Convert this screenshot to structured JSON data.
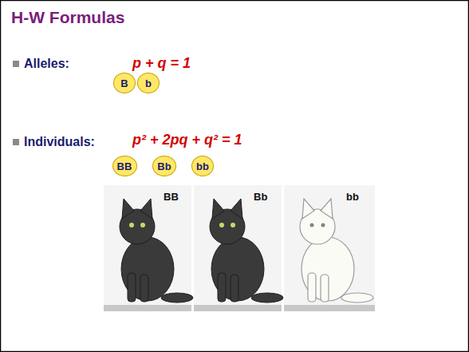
{
  "diagram": {
    "title": "H-W Formulas",
    "nodes": [
      {
        "text": [
          "B"
        ]
      },
      {
        "text": [
          "b"
        ]
      },
      {
        "text": [
          "BB"
        ]
      },
      {
        "text": [
          "Bb"
        ]
      },
      {
        "text": [
          "bb"
        ]
      }
    ],
    "labels": [
      "Alleles:",
      "p + q = 1",
      "Individuals:",
      "p² + 2pq + q² = 1",
      "BB",
      "Bb",
      "bb"
    ]
  }
}
